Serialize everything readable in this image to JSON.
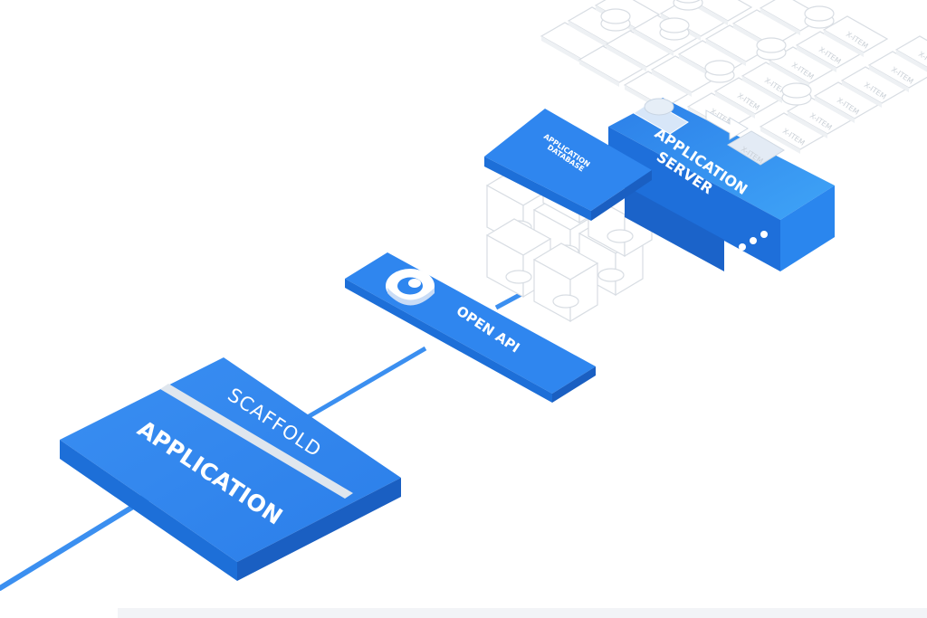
{
  "diagram": {
    "application_box": {
      "top_label": "SCAFFOLD",
      "main_label": "APPLICATION"
    },
    "open_api": {
      "label": "OPEN API",
      "icon": "open-api-ring-icon"
    },
    "database": {
      "line1": "APPLICATION",
      "line2": "DATABASE"
    },
    "server": {
      "line1": "APPLICATION",
      "line2": "SERVER",
      "indicator_icon": "status-dots-icon"
    },
    "list_item_label": "X-ITEM",
    "colors": {
      "accent": "#2f86ef",
      "accent_dark": "#1d6fd8",
      "accent_side": "#1a5fc2",
      "ghost_stroke": "#d8dde3"
    }
  }
}
